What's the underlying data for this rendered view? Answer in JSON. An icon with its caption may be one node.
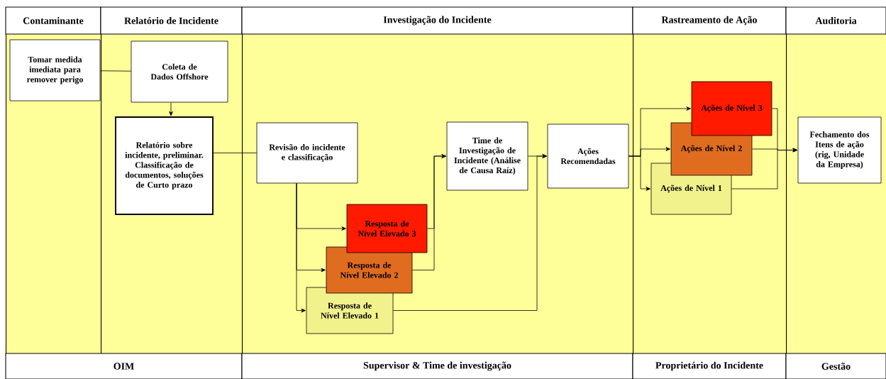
{
  "diagram": {
    "nodes": [
      {
        "text": [
          "Contaminante"
        ]
      },
      {
        "text": [
          "Relatório de Incidente"
        ]
      },
      {
        "text": [
          "Investigação do Incidente"
        ]
      },
      {
        "text": [
          "Rastreamento de Ação"
        ]
      },
      {
        "text": [
          "Auditoria"
        ]
      },
      {
        "text": [
          "Tomar medida imediata para remover perigo"
        ],
        "in": 0
      },
      {
        "text": [
          "Coleta de Dados Offshore"
        ],
        "in": 1
      },
      {
        "text": [
          "Relatório sobre incidente, preliminar. Classificação de documentos, soluções de Curto prazo"
        ],
        "in": 1
      },
      {
        "text": [
          "Revisão do incidente e classificação"
        ],
        "in": 2
      },
      {
        "text": [
          "Time de Investigação de Incidente (Análise de Causa Raíz)"
        ],
        "in": 2
      },
      {
        "text": [
          "Ações Recomendadas"
        ],
        "in": 2
      },
      {
        "text": [
          "Resposta de Nível Elevado 3"
        ],
        "in": 2
      },
      {
        "text": [
          "Resposta de Nível Elevado 2"
        ],
        "in": 2
      },
      {
        "text": [
          "Resposta de Nível Elevado 1"
        ],
        "in": 2
      },
      {
        "text": [
          "Ações de Nível 3"
        ],
        "in": 3
      },
      {
        "text": [
          "Ações de Nível 2"
        ],
        "in": 3
      },
      {
        "text": [
          "Ações de Nível 1"
        ],
        "in": 3
      },
      {
        "text": [
          "Fechamento dos Itens de ação (rig, Unidade da Empresa)"
        ],
        "in": 4
      }
    ],
    "edges": [
      {
        "from": 5,
        "to": 6,
        "arrow": "none"
      },
      {
        "from": 6,
        "to": 7,
        "arrow": "to"
      },
      {
        "from": 7,
        "to": 8,
        "arrow": "none"
      },
      {
        "from": 8,
        "to": 11,
        "arrow": "to"
      },
      {
        "from": 8,
        "to": 12,
        "arrow": "to"
      },
      {
        "from": 8,
        "to": 13,
        "arrow": "to"
      },
      {
        "from": 11,
        "to": 9,
        "arrow": "to"
      },
      {
        "from": 12,
        "to": 9,
        "arrow": "to"
      },
      {
        "from": 9,
        "to": 10,
        "arrow": "to"
      },
      {
        "from": 13,
        "to": 10,
        "arrow": "to"
      },
      {
        "from": 10,
        "to": 14,
        "arrow": "to"
      },
      {
        "from": 10,
        "to": 15,
        "arrow": "to"
      },
      {
        "from": 10,
        "to": 16,
        "arrow": "to"
      },
      {
        "from": 14,
        "to": 17,
        "arrow": "to"
      },
      {
        "from": 15,
        "to": 17,
        "arrow": "to"
      },
      {
        "from": 16,
        "to": 17,
        "arrow": "to"
      }
    ],
    "labels": [
      "OIM",
      "Supervisor & Time de investigação",
      "Proprietário do Incidente",
      "Gestão"
    ]
  }
}
